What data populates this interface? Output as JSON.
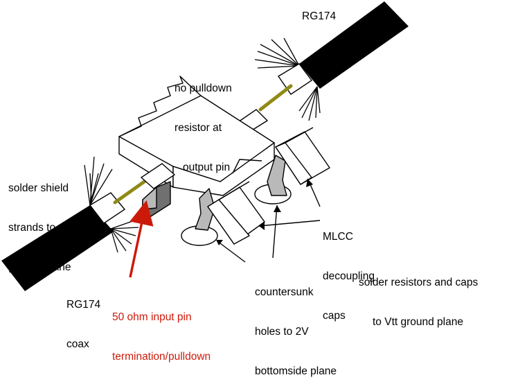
{
  "labels": {
    "rg174_top": "RG174",
    "no_pulldown": [
      "no pulldown",
      "resistor at",
      "output pin"
    ],
    "solder_shield": [
      "solder shield",
      "strands to",
      "ground plane"
    ],
    "mlcc": [
      "MLCC",
      "decoupling",
      "caps"
    ],
    "solder_resistors": [
      "solder resistors and caps",
      "to Vtt ground plane"
    ],
    "countersunk": [
      "countersunk",
      "holes to 2V",
      "bottomside plane"
    ],
    "rg174_coax": [
      "RG174",
      "coax"
    ],
    "termination": [
      "50 ohm input pin",
      "termination/pulldown"
    ]
  },
  "colors": {
    "cable": "#000000",
    "center_conductor": "#8f8a16",
    "resistor_body": "#707070",
    "resistor_light": "#b9b9b9",
    "termination_text": "#cc1a0a",
    "outline": "#000000"
  }
}
